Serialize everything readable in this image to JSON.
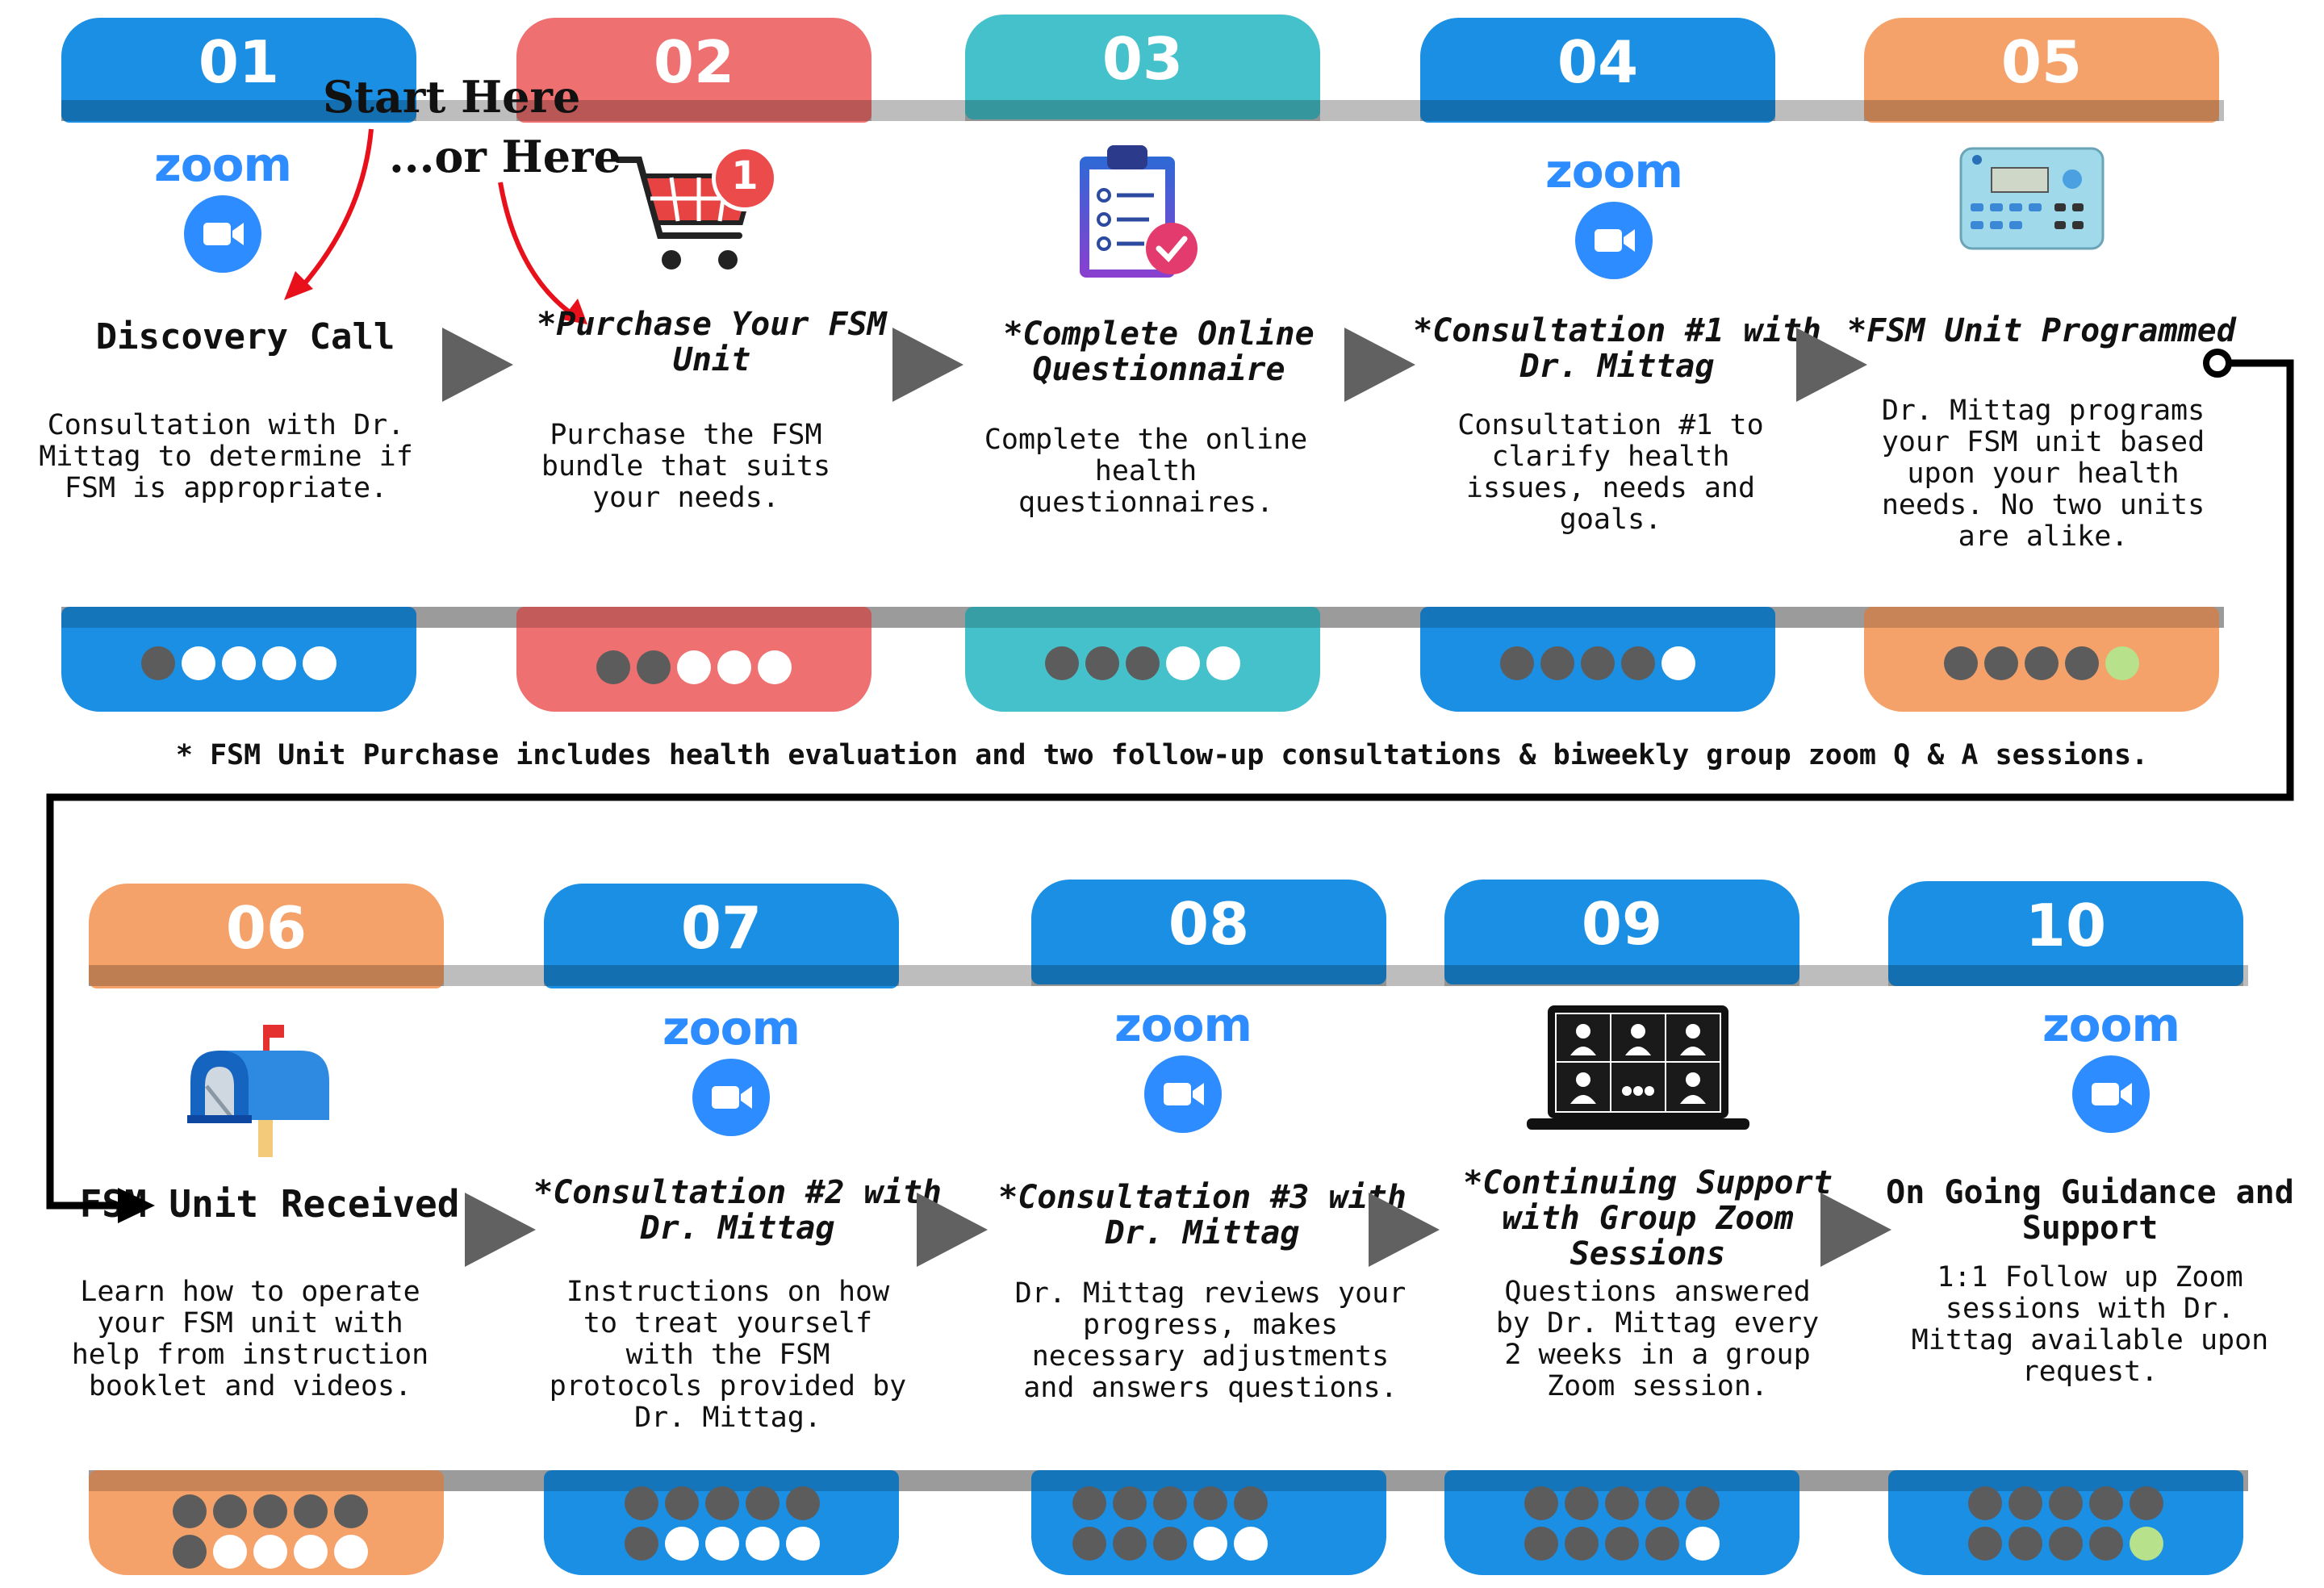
{
  "annotations": {
    "start_here": "Start Here",
    "or_here": "...or Here"
  },
  "zoom_word": "zoom",
  "footnote": "* FSM Unit Purchase includes health evaluation and two follow-up consultations & biweekly group zoom Q & A sessions.",
  "colors": {
    "blue": "#1a8fe3",
    "red": "#ee7070",
    "teal": "#44c1cb",
    "orange": "#f5a26a",
    "dot_dark": "#5c5c5c",
    "dot_white": "#ffffff",
    "dot_green": "#b7e18a",
    "arrow": "#616161",
    "annotation_arrow": "#e8101b"
  },
  "steps": [
    {
      "num": "01",
      "title": "Discovery Call",
      "desc": "Consultation with Dr. Mittag to determine if FSM is appropriate.",
      "icon": "zoom-icon",
      "progress": {
        "done": 1,
        "total": 5
      }
    },
    {
      "num": "02",
      "title": "*Purchase Your FSM Unit",
      "desc": "Purchase the FSM bundle that suits your needs.",
      "icon": "shopping-cart-icon",
      "cart_badge": "1",
      "progress": {
        "done": 2,
        "total": 5
      }
    },
    {
      "num": "03",
      "title": "*Complete Online Questionnaire",
      "desc": "Complete the online health questionnaires.",
      "icon": "clipboard-check-icon",
      "progress": {
        "done": 3,
        "total": 5
      }
    },
    {
      "num": "04",
      "title": "*Consultation #1 with Dr. Mittag",
      "desc": "Consultation #1 to clarify health issues, needs and goals.",
      "icon": "zoom-icon",
      "progress": {
        "done": 4,
        "total": 5
      }
    },
    {
      "num": "05",
      "title": "*FSM Unit Programmed",
      "desc": "Dr. Mittag programs your FSM unit based upon your health needs. No two units are alike.",
      "icon": "fsm-device-icon",
      "progress": {
        "done": 4,
        "total": 5,
        "current": 5
      }
    },
    {
      "num": "06",
      "title": "FSM Unit Received",
      "desc": "Learn how to operate your FSM unit with help from instruction booklet and videos.",
      "icon": "mailbox-icon",
      "progress": {
        "done": 6,
        "total": 10
      }
    },
    {
      "num": "07",
      "title": "*Consultation #2 with Dr. Mittag",
      "desc": "Instructions on how to treat yourself with the FSM protocols provided by Dr. Mittag.",
      "icon": "zoom-icon",
      "progress": {
        "done": 6,
        "total": 10
      }
    },
    {
      "num": "08",
      "title": "*Consultation #3 with Dr. Mittag",
      "desc": "Dr. Mittag reviews your progress, makes necessary adjustments and answers questions.",
      "icon": "zoom-icon",
      "progress": {
        "done": 8,
        "total": 10
      }
    },
    {
      "num": "09",
      "title": "*Continuing Support with Group Zoom Sessions",
      "desc": "Questions answered by Dr. Mittag every 2 weeks in a group Zoom session.",
      "icon": "laptop-group-icon",
      "progress": {
        "done": 9,
        "total": 10
      }
    },
    {
      "num": "10",
      "title": "On Going Guidance and Support",
      "desc": "1:1 Follow up Zoom sessions with Dr. Mittag available upon request.",
      "icon": "zoom-icon",
      "progress": {
        "done": 9,
        "total": 10,
        "current": 10
      }
    }
  ]
}
